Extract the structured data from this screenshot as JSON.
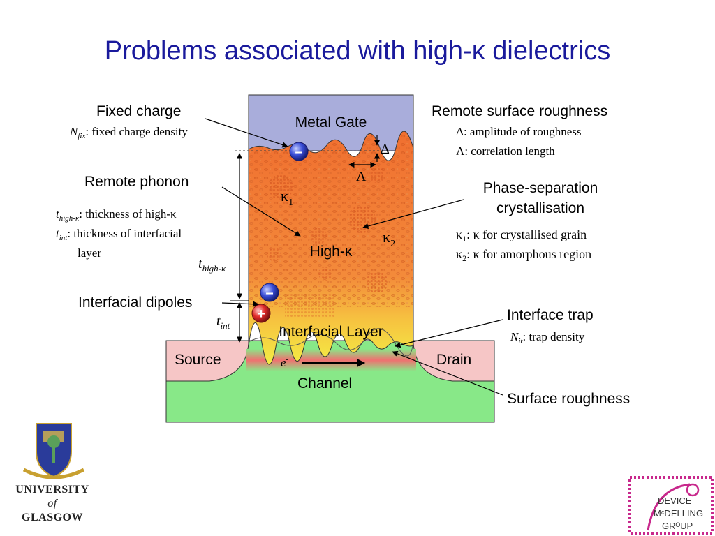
{
  "title": "Problems associated with high-κ dielectrics",
  "regions": {
    "metal_gate": "Metal Gate",
    "high_k": "High-κ",
    "interfacial_layer": "Interfacial Layer",
    "source": "Source",
    "drain": "Drain",
    "channel": "Channel",
    "electron": "e",
    "electron_sup": "-",
    "kappa1": "κ",
    "kappa1_sub": "1",
    "kappa2": "κ",
    "kappa2_sub": "2",
    "delta": "Δ",
    "lambda": "Λ",
    "t_high_k": "t",
    "t_high_k_sub": "high-κ",
    "t_int": "t",
    "t_int_sub": "int",
    "minus": "–",
    "plus": "+"
  },
  "annotations": {
    "fixed_charge": {
      "heading": "Fixed charge",
      "symbol": "N",
      "symbol_sub": "fix",
      "desc": ": fixed charge density"
    },
    "remote_phonon": {
      "heading": "Remote phonon",
      "line1_sym": "t",
      "line1_sub": "high-κ",
      "line1_desc": ": thickness of high-κ",
      "line2_sym": "t",
      "line2_sub": "int",
      "line2_desc": ": thickness of interfacial",
      "line3": "layer"
    },
    "interfacial_dipoles": {
      "heading": "Interfacial dipoles"
    },
    "remote_surface_roughness": {
      "heading": "Remote surface roughness",
      "line1_sym": "Δ",
      "line1_desc": ": amplitude of roughness",
      "line2_sym": "Λ",
      "line2_desc": ": correlation length"
    },
    "phase_separation": {
      "heading1": "Phase-separation",
      "heading2": "crystallisation",
      "line1_sym": "κ",
      "line1_sub": "1",
      "line1_desc": ": κ for crystallised grain",
      "line2_sym": "κ",
      "line2_sub": "2",
      "line2_desc": ": κ for amorphous region"
    },
    "interface_trap": {
      "heading": "Interface trap",
      "symbol": "N",
      "symbol_sub": "it",
      "desc": ": trap density"
    },
    "surface_roughness": {
      "heading": "Surface roughness"
    }
  },
  "logos": {
    "university_line1": "UNIVERSITY",
    "university_line2": "of",
    "university_line3": "GLASGOW",
    "dmg_line1": "DEVICE",
    "dmg_line2": "MᶜDELLING",
    "dmg_line3": "GRᴼUP"
  },
  "colors": {
    "title": "#1a1a9c",
    "metal_gate": "#a9addb",
    "high_k": "#f07a38",
    "interfacial": "#f4e040",
    "source_drain": "#f6c6c6",
    "substrate": "#88e888",
    "channel": "#f07070"
  }
}
